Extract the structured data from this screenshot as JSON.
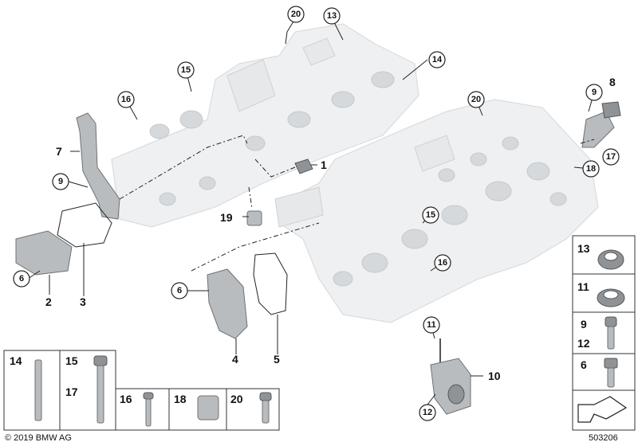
{
  "diagram": {
    "copyright": "© 2019 BMW AG",
    "drawing_number": "503206",
    "callouts": [
      "20",
      "13",
      "15",
      "14",
      "16",
      "8",
      "9",
      "20",
      "17",
      "18",
      "7",
      "9",
      "1",
      "19",
      "15",
      "16",
      "6",
      "2",
      "3",
      "6",
      "4",
      "5",
      "11",
      "10",
      "12"
    ],
    "legend_cells": [
      {
        "labels": [
          "14"
        ]
      },
      {
        "labels": [
          "15",
          "17"
        ]
      },
      {
        "labels": [
          "16"
        ]
      },
      {
        "labels": [
          "18"
        ]
      },
      {
        "labels": [
          "20"
        ]
      }
    ],
    "legend_side": [
      {
        "labels": [
          "13"
        ]
      },
      {
        "labels": [
          "11"
        ]
      },
      {
        "labels": [
          "9",
          "12"
        ]
      },
      {
        "labels": [
          "6"
        ]
      }
    ]
  }
}
